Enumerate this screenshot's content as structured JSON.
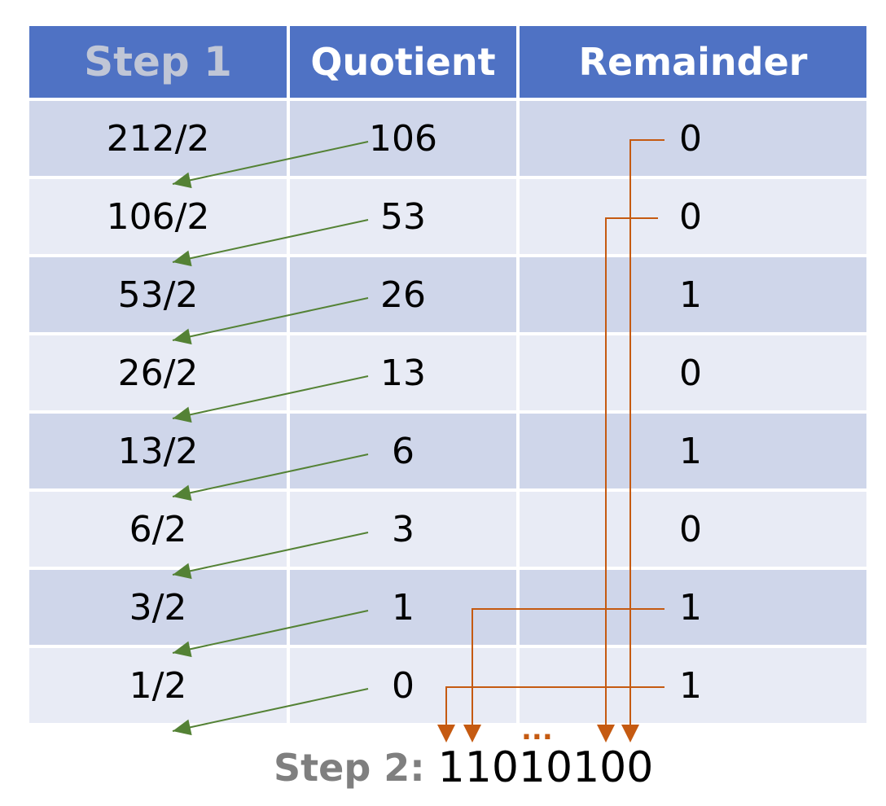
{
  "header": {
    "step1": "Step 1",
    "quotient": "Quotient",
    "remainder": "Remainder"
  },
  "rows": [
    {
      "division": "212/2",
      "quotient": "106",
      "remainder": "0"
    },
    {
      "division": "106/2",
      "quotient": "53",
      "remainder": "0"
    },
    {
      "division": "53/2",
      "quotient": "26",
      "remainder": "1"
    },
    {
      "division": "26/2",
      "quotient": "13",
      "remainder": "0"
    },
    {
      "division": "13/2",
      "quotient": "6",
      "remainder": "1"
    },
    {
      "division": "6/2",
      "quotient": "3",
      "remainder": "0"
    },
    {
      "division": "3/2",
      "quotient": "1",
      "remainder": "1"
    },
    {
      "division": "1/2",
      "quotient": "0",
      "remainder": "1"
    }
  ],
  "step2": {
    "label": "Step 2:",
    "value": "11010100"
  },
  "ellipsis": "...",
  "colors": {
    "header": "#4f72c4",
    "row_odd": "#cfd6ea",
    "row_even": "#e8ebf5",
    "green_arrow": "#548235",
    "orange_arrow": "#c55a11",
    "step_label": "#7f7f7f"
  }
}
